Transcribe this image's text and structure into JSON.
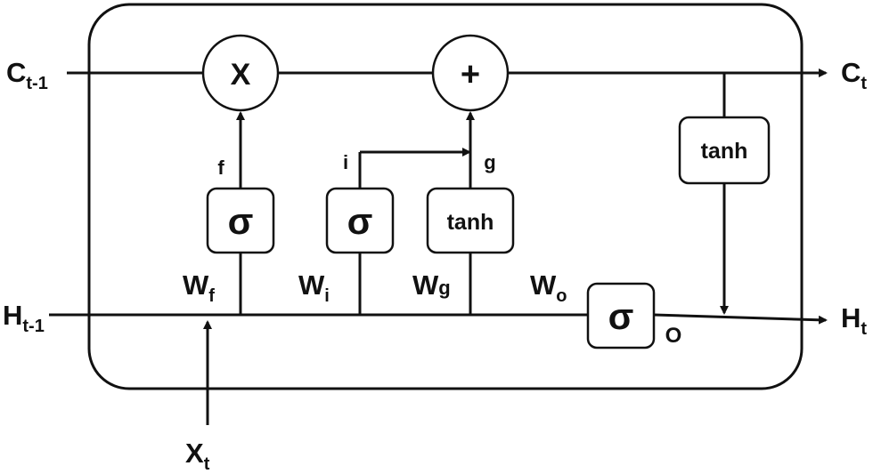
{
  "labels": {
    "c_prev": {
      "base": "C",
      "sub": "t-1"
    },
    "c_next": {
      "base": "C",
      "sub": "t"
    },
    "h_prev": {
      "base": "H",
      "sub": "t-1"
    },
    "h_next": {
      "base": "H",
      "sub": "t"
    },
    "x_in": {
      "base": "X",
      "sub": "t"
    },
    "w_f": {
      "base": "W",
      "sub": "f"
    },
    "w_i": {
      "base": "W",
      "sub": "i"
    },
    "w_g": {
      "base": "W",
      "sub": "g"
    },
    "w_o": {
      "base": "W",
      "sub": "o"
    },
    "f": "f",
    "i": "i",
    "g": "g",
    "o": "O"
  },
  "operators": {
    "multiply": "X",
    "add": "+"
  },
  "blocks": {
    "sigma_f": "σ",
    "sigma_i": "σ",
    "tanh_g": "tanh",
    "tanh_c": "tanh",
    "sigma_o": "σ"
  }
}
